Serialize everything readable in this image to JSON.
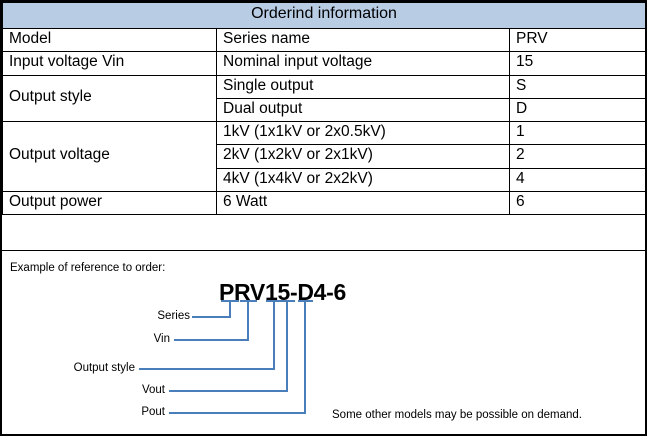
{
  "table": {
    "title": "Orderind information",
    "rows": [
      {
        "param": "Model",
        "merge": 1,
        "desc": "Series name",
        "code": "PRV"
      },
      {
        "param": "Input voltage Vin",
        "merge": 1,
        "desc": "Nominal input voltage",
        "code": "15"
      },
      {
        "param": "Output style",
        "merge": 2,
        "desc": "Single output",
        "code": "S"
      },
      {
        "param": null,
        "merge": 0,
        "desc": "Dual output",
        "code": "D"
      },
      {
        "param": "Output voltage",
        "merge": 3,
        "desc": "1kV (1x1kV or 2x0.5kV)",
        "code": "1"
      },
      {
        "param": null,
        "merge": 0,
        "desc": "2kV (1x2kV or 2x1kV)",
        "code": "2"
      },
      {
        "param": null,
        "merge": 0,
        "desc": "4kV (1x4kV or 2x2kV)",
        "code": "4"
      },
      {
        "param": "Output power",
        "merge": 1,
        "desc": "6 Watt",
        "code": "6"
      }
    ]
  },
  "diagram": {
    "example_label": "Example of reference to order:",
    "model_string": "PRV15-D4-6",
    "leaders": [
      {
        "label": "Series"
      },
      {
        "label": "Vin"
      },
      {
        "label": "Output style"
      },
      {
        "label": "Vout"
      },
      {
        "label": "Pout"
      }
    ],
    "footer_note": "Some other models may be possible on demand."
  },
  "colors": {
    "header_fill": "#b8cce4",
    "leader_line": "#4a7ebb",
    "border": "#000000"
  }
}
